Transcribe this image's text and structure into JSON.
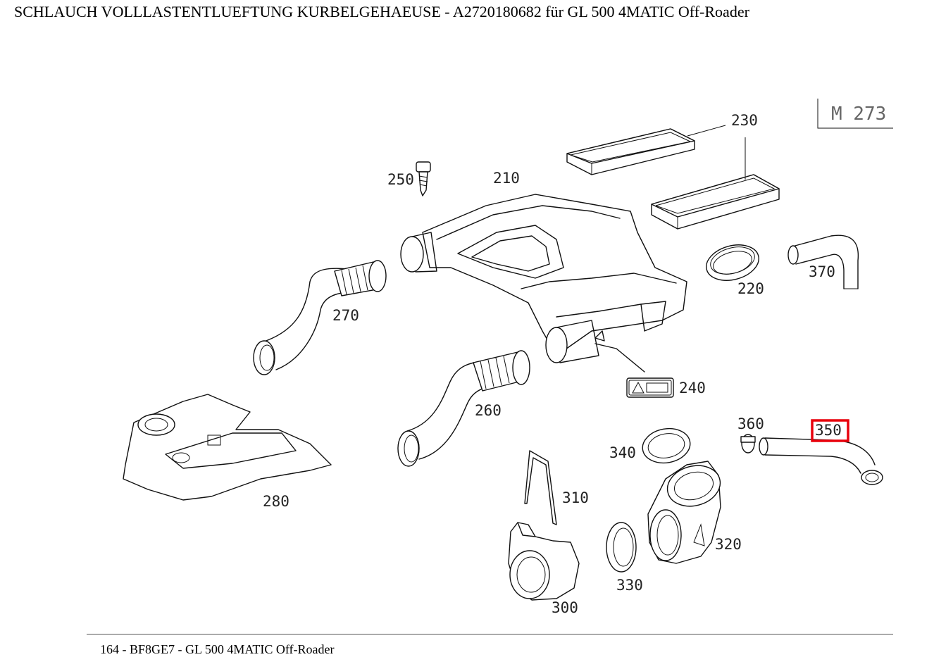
{
  "page": {
    "title": "SCHLAUCH VOLLLASTENTLUEFTUNG KURBELGEHAEUSE - A2720180682 für GL 500 4MATIC Off-Roader",
    "footer": "164 - BF8GE7 - GL 500 4MATIC Off-Roader"
  },
  "diagram": {
    "engine_code": "M 273",
    "highlight_color": "#e8000b",
    "highlighted_part": "350",
    "labels": {
      "p210": "210",
      "p220": "220",
      "p230": "230",
      "p240": "240",
      "p250": "250",
      "p260": "260",
      "p270": "270",
      "p280": "280",
      "p300": "300",
      "p310": "310",
      "p320": "320",
      "p330": "330",
      "p340": "340",
      "p350": "350",
      "p360": "360",
      "p370": "370"
    }
  }
}
